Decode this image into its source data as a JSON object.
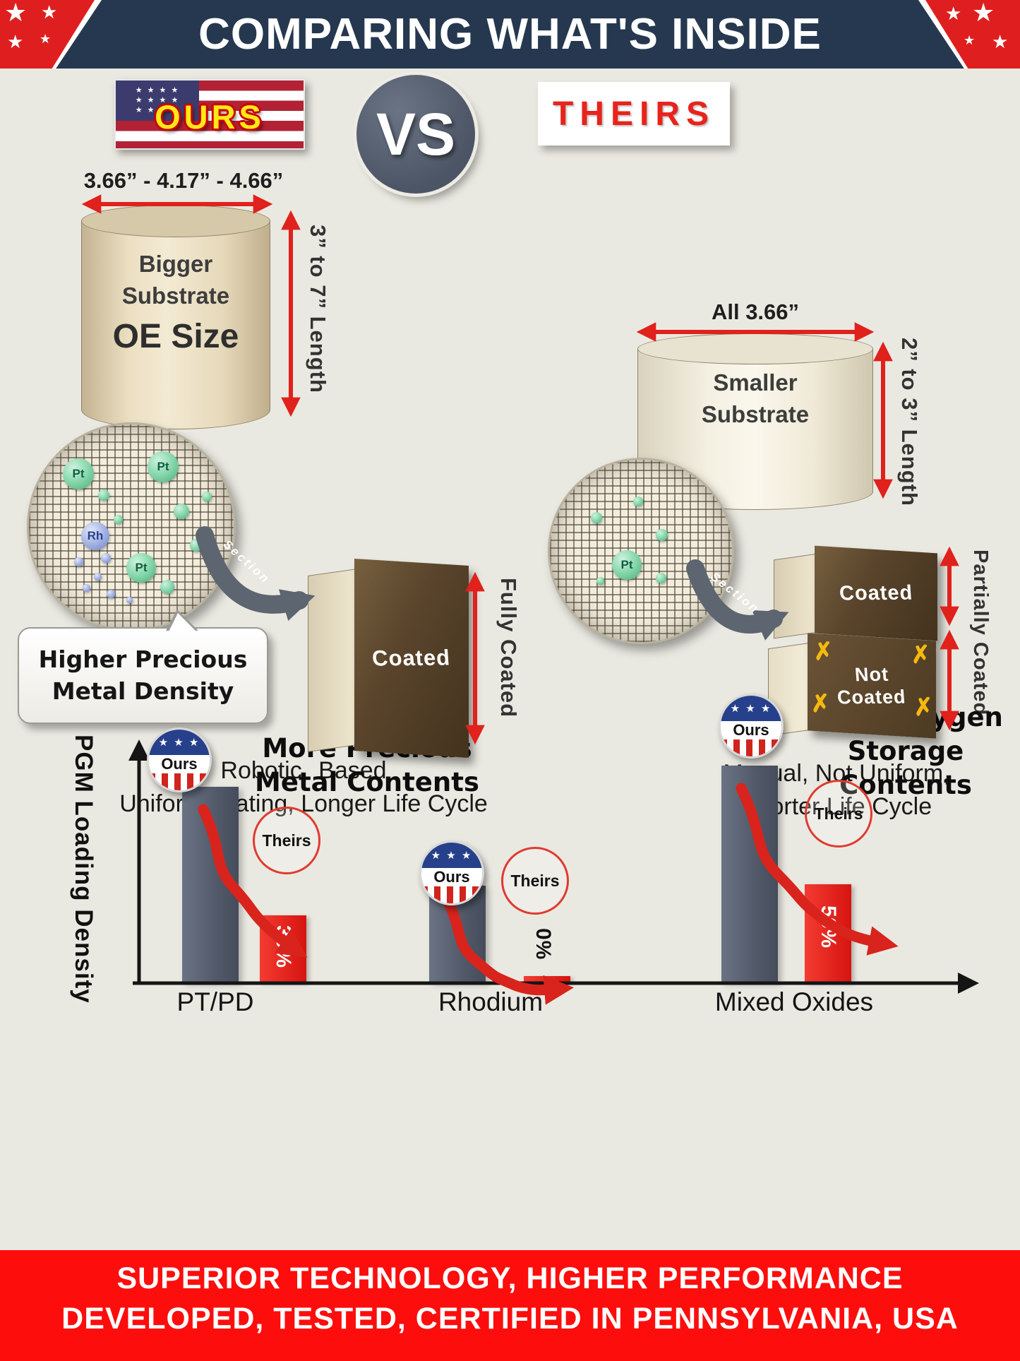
{
  "header": {
    "title": "COMPARING WHAT'S INSIDE"
  },
  "versus": {
    "ours": "OURS",
    "vs": "VS",
    "theirs": "THEIRS"
  },
  "ours_side": {
    "diameters": "3.66” - 4.17” - 4.66”",
    "substrate_line1": "Bigger",
    "substrate_line2": "Substrate",
    "substrate_line3": "OE Size",
    "length_label": "3” to 7” Length",
    "particles": {
      "pt1": "Pt",
      "pt2": "Pt",
      "pt3": "Pt",
      "rh": "Rh"
    },
    "callout_line1": "Higher Precious",
    "callout_line2": "Metal Density",
    "section_label": "Section",
    "coated_label": "Coated",
    "coating_side_label": "Fully Coated",
    "caption_line1": "Robotic Based",
    "caption_line2": "Uniform coating, Longer Life Cycle"
  },
  "theirs_side": {
    "diameters": "All 3.66”",
    "substrate_line1": "Smaller",
    "substrate_line2": "Substrate",
    "length_label": "2” to 3” Length",
    "particles": {
      "pt1": "Pt"
    },
    "section_label": "Section",
    "coated_label": "Coated",
    "not_coated_line1": "Not",
    "not_coated_line2": "Coated",
    "coating_side_label": "Partially Coated",
    "caption_line1": "Manual, Not Uniform,",
    "caption_line2": "Shorter Life Cycle"
  },
  "chart": {
    "y_axis_label": "PGM Loading Density",
    "annotation_precious_line1": "More Precious",
    "annotation_precious_line2": "Metal Contents",
    "annotation_oxygen_line1": "More Oxygen",
    "annotation_oxygen_line2": "Storage Contents",
    "ours_badge": "Ours",
    "theirs_badge": "Theirs"
  },
  "chart_data": {
    "type": "bar",
    "ylabel": "PGM Loading Density",
    "categories": [
      "PT/PD",
      "Rhodium",
      "Mixed Oxides"
    ],
    "series": [
      {
        "name": "Ours",
        "values": [
          100,
          49,
          111
        ]
      },
      {
        "name": "Theirs",
        "values": [
          30,
          2,
          50
        ]
      }
    ],
    "theirs_labels": [
      "30%",
      "0%",
      "50%"
    ]
  },
  "footer": {
    "line1": "SUPERIOR TECHNOLOGY, HIGHER PERFORMANCE",
    "line2": "DEVELOPED, TESTED, CERTIFIED IN PENNSYLVANIA, USA"
  },
  "icons": {
    "star": "★",
    "x_mark": "✗",
    "canton_stars": "★ ★ ★ ★",
    "badge_stars": "★ ★ ★"
  },
  "colors": {
    "background": "#eae9e1",
    "header_navy": "#25384f",
    "accent_red": "#e0211c",
    "bar_gray": "#57606f",
    "bar_red": "#ed1c24",
    "footer_red": "#fe0d0d",
    "flag_blue": "#3c3b6e",
    "flag_red": "#b22234",
    "ours_yellow": "#ffe817",
    "brown_box": "#4a3824"
  }
}
